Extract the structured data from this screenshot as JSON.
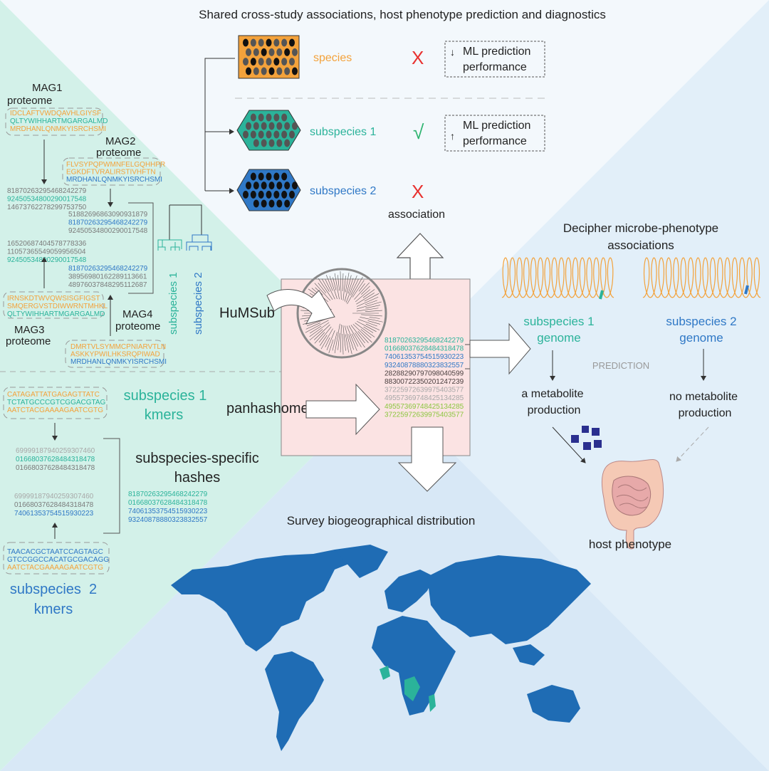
{
  "colors": {
    "orange": "#f3a23b",
    "teal": "#2bb39a",
    "blue": "#2f78c6",
    "gray": "#7a7a7a",
    "lightgray": "#a8a8a8",
    "dark": "#4a3f3f",
    "green": "#8cc63f",
    "red": "#e8312f",
    "check": "#2bb36e",
    "map": "#1f6cb4",
    "map_highlight": "#2bb39a"
  },
  "top": {
    "title": "Shared cross-study associations, host phenotype prediction and diagnostics",
    "rows": [
      {
        "label": "species",
        "color": "orange",
        "mark": "cross-icon",
        "mark_text": "X"
      },
      {
        "label": "subspecies 1",
        "color": "teal",
        "mark": "check-icon",
        "mark_text": "√"
      },
      {
        "label": "subspecies 2",
        "color": "blue",
        "mark": "cross-icon",
        "mark_text": "X"
      }
    ],
    "ml_down": {
      "arrow": "↓",
      "line1": "ML prediction",
      "line2": "performance"
    },
    "ml_up": {
      "arrow": "↑",
      "line1": "ML prediction",
      "line2": "performance"
    },
    "association": "association"
  },
  "center": {
    "humsub": "HuMSub",
    "panhashome": "panhashome",
    "hashes": [
      {
        "text": "81870263295468242279",
        "color": "teal"
      },
      {
        "text": "01668037628484318478",
        "color": "teal"
      },
      {
        "text": "74061353754515930223",
        "color": "blue"
      },
      {
        "text": "93240878880323832557",
        "color": "blue"
      },
      {
        "text": "28288290797098040599",
        "color": "dark"
      },
      {
        "text": "88300722350201247239",
        "color": "dark"
      },
      {
        "text": "37225972639975403577",
        "color": "lightgray"
      },
      {
        "text": "49557369748425134285",
        "color": "lightgray"
      },
      {
        "text": "49557369748425134285",
        "color": "green"
      },
      {
        "text": "37225972639975403577",
        "color": "green"
      }
    ]
  },
  "right": {
    "title_line1": "Decipher microbe-phenotype",
    "title_line2": "associations",
    "genome1": {
      "line1": "subspecies 1",
      "line2": "genome"
    },
    "genome2": {
      "line1": "subspecies 2",
      "line2": "genome"
    },
    "prediction": "PREDICTION",
    "outcome1": {
      "line1": "a metabolite",
      "line2": "production"
    },
    "outcome2": {
      "line1": "no metabolite",
      "line2": "production"
    },
    "host_phenotype": "host phenotype"
  },
  "bottom": {
    "title": "Survey biogeographical distribution"
  },
  "left": {
    "mag1": {
      "line1": "MAG1",
      "line2": "proteome",
      "seqs": [
        {
          "text": "IDCLAFTVWDQAVHLGIYSF",
          "color": "orange"
        },
        {
          "text": "QLTYWIHHARTMGARGALMD",
          "color": "teal"
        },
        {
          "text": "MRDHANLQNMKYISRCHSMI",
          "color": "orange"
        }
      ]
    },
    "mag2": {
      "line1": "MAG2",
      "line2": "proteome",
      "seqs": [
        {
          "text": "FLVSYPQPWMNFELGQHHPR",
          "color": "orange"
        },
        {
          "text": "EGKDFTVRALIRSTIVHFTN",
          "color": "orange"
        },
        {
          "text": "MRDHANLQNMKYISRCHSMI",
          "color": "blue"
        }
      ]
    },
    "mag3": {
      "line1": "MAG3",
      "line2": "proteome",
      "seqs": [
        {
          "text": "IRNSKDTWVQWSISGFIGST",
          "color": "orange"
        },
        {
          "text": "SMQERGVSTDIWWRNTMHKL",
          "color": "orange"
        },
        {
          "text": "QLTYWIHHARTMGARGALMD",
          "color": "teal"
        }
      ]
    },
    "mag4": {
      "line1": "MAG4",
      "line2": "proteome",
      "seqs": [
        {
          "text": "DMRTVLSYMMCPNIARVTLN",
          "color": "orange"
        },
        {
          "text": "ASKKYPWILHKSRQPIWAD",
          "color": "orange"
        },
        {
          "text": "MRDHANLQNMKYISRCHSMI",
          "color": "blue"
        }
      ]
    },
    "mag1_hashes": [
      {
        "text": "81870263295468242279",
        "color": "gray"
      },
      {
        "text": "92450534800290017548",
        "color": "teal"
      },
      {
        "text": "14673762278299753750",
        "color": "gray"
      }
    ],
    "mag2_hashes": [
      {
        "text": "51882696863090931879",
        "color": "gray"
      },
      {
        "text": "81870263295468242279",
        "color": "blue"
      },
      {
        "text": "92450534800290017548",
        "color": "gray"
      }
    ],
    "mag3_hashes": [
      {
        "text": "16520687404578778336",
        "color": "gray"
      },
      {
        "text": "11057365549059956504",
        "color": "gray"
      },
      {
        "text": "92450534800290017548",
        "color": "teal"
      }
    ],
    "mag4_hashes": [
      {
        "text": "81870263295468242279",
        "color": "blue"
      },
      {
        "text": "38956980162289113661",
        "color": "gray"
      },
      {
        "text": "48976037848295112687",
        "color": "gray"
      }
    ],
    "tree_label1": "subspecies 1",
    "tree_label2": "subspecies 2",
    "kmers1": {
      "line1": "subspecies 1",
      "line2": "kmers",
      "seqs": [
        {
          "text": "CATAGATTATGAGAGTTATC",
          "color": "orange"
        },
        {
          "text": "TCTATGCCCGTCGGACGTAG",
          "color": "teal"
        },
        {
          "text": "AATCTACGAAAAGAATCGTG",
          "color": "orange"
        }
      ]
    },
    "kmers2": {
      "line1": "subspecies  2",
      "line2": "kmers",
      "seqs": [
        {
          "text": "TAACACGCTAATCCAGTAGC",
          "color": "blue"
        },
        {
          "text": "GTCCGGCCACATGCGACAGG",
          "color": "blue"
        },
        {
          "text": "AATCTACGAAAAGAATCGTG",
          "color": "orange"
        }
      ]
    },
    "kmers1_hashes": [
      {
        "text": "69999187940259307460",
        "color": "lightgray"
      },
      {
        "text": "01668037628484318478",
        "color": "teal"
      },
      {
        "text": "01668037628484318478",
        "color": "gray"
      }
    ],
    "kmers2_hashes": [
      {
        "text": "69999187940259307460",
        "color": "lightgray"
      },
      {
        "text": "01668037628484318478",
        "color": "gray"
      },
      {
        "text": "74061353754515930223",
        "color": "blue"
      }
    ],
    "specific": {
      "line1": "subspecies-specific",
      "line2": "hashes",
      "hashes": [
        {
          "text": "81870263295468242279",
          "color": "teal"
        },
        {
          "text": "01668037628484318478",
          "color": "teal"
        },
        {
          "text": "74061353754515930223",
          "color": "blue"
        },
        {
          "text": "93240878880323832557",
          "color": "blue"
        }
      ]
    }
  }
}
